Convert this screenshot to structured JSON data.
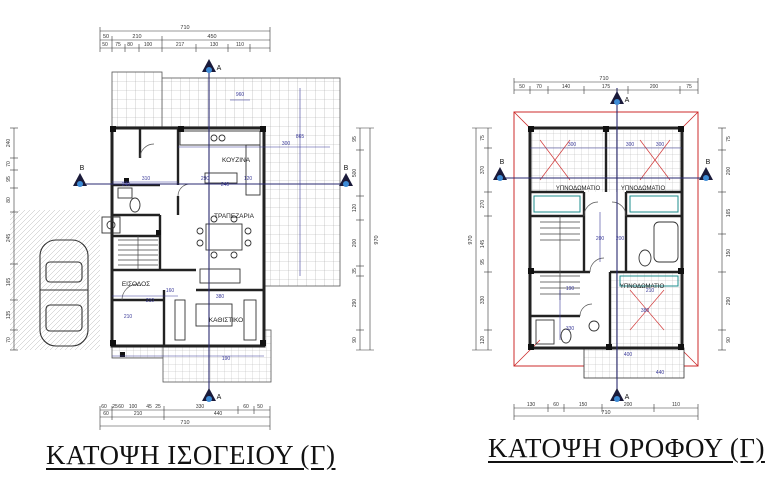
{
  "ground_floor": {
    "caption": "ΚΑΤΟΨΗ ΙΣΟΓΕΙΟΥ (Γ)",
    "top_dims_row1": [
      "710"
    ],
    "top_dims_row2": [
      "50",
      "210",
      "450"
    ],
    "top_dims_row3": [
      "50",
      "75",
      "80",
      "100",
      "217",
      "130",
      "110"
    ],
    "bottom_dims_row1": [
      "60",
      "25",
      "60",
      "100",
      "45",
      "25",
      "330",
      "60",
      "50"
    ],
    "bottom_dims_row2": [
      "60",
      "210",
      "440"
    ],
    "bottom_dims_row3": [
      "710"
    ],
    "left_dims": [
      "240",
      "70",
      "95",
      "80",
      "245",
      "165",
      "135",
      "70"
    ],
    "right_dims_outer": [
      "970"
    ],
    "right_dims_inner": [
      "95",
      "500",
      "120",
      "200",
      "35",
      "290",
      "90"
    ],
    "plan_dims": [
      "960",
      "865",
      "300",
      "290",
      "240",
      "310",
      "120",
      "240",
      "210",
      "380",
      "210",
      "190",
      "160"
    ],
    "rooms": {
      "kitchen": "ΚΟΥΖΙΝΑ",
      "dining": "ΤΡΑΠΕΖΑΡΙΑ",
      "entrance": "ΕΙΣΟΔΟΣ",
      "living": "ΚΑΘΙΣΤΙΚΟ"
    },
    "section_marks": {
      "a": "A",
      "b": "B"
    }
  },
  "upper_floor": {
    "caption": "ΚΑΤΟΨΗ ΟΡΟΦΟΥ (Γ)",
    "top_dims_row1": [
      "710"
    ],
    "top_dims_row2": [
      "50",
      "70",
      "140",
      "175",
      "200",
      "75"
    ],
    "bottom_dims_row1": [
      "130",
      "60",
      "150",
      "200",
      "110"
    ],
    "bottom_dims_row2": [
      "710"
    ],
    "left_dims_outer": [
      "970"
    ],
    "left_dims_inner": [
      "75",
      "370",
      "270",
      "145",
      "95",
      "330",
      "120"
    ],
    "right_dims": [
      "75",
      "200",
      "165",
      "150",
      "290",
      "90"
    ],
    "plan_dims": [
      "300",
      "300",
      "300",
      "190",
      "200",
      "200",
      "210",
      "380",
      "400",
      "440",
      "330"
    ],
    "rooms": {
      "bedroom_1": "ΥΠΝΟΔΩΜΑΤΙΟ",
      "bedroom_2": "ΥΠΝΟΔΩΜΑΤΙΟ",
      "bedroom_3": "ΥΠΝΟΔΩΜΑΤΙΟ"
    },
    "section_marks": {
      "a": "A",
      "b": "B"
    }
  },
  "colors": {
    "wall": "#222222",
    "dimension": "#3a3a99",
    "section_line": "#2a2a70",
    "roof_outline": "#cc2b2b",
    "tile_grid": "#9a9a9a",
    "stair_accent": "#1e8c8c"
  }
}
